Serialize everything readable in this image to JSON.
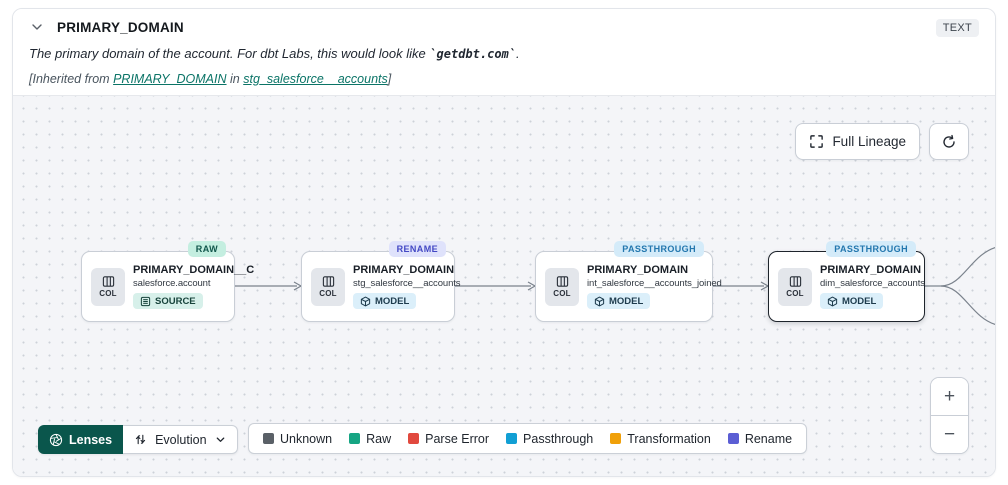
{
  "header": {
    "title": "PRIMARY_DOMAIN",
    "type_badge": "TEXT",
    "description_prefix": "The primary domain of the account. For dbt Labs, this would look like ",
    "description_code": "`getdbt.com`",
    "description_suffix": ".",
    "inherited_prefix": "[Inherited from ",
    "inherited_link_column": "PRIMARY_DOMAIN",
    "inherited_middle": " in ",
    "inherited_link_model": "stg_salesforce__accounts",
    "inherited_suffix": "]"
  },
  "canvas": {
    "full_lineage_label": "Full Lineage",
    "nodes": [
      {
        "badge": "RAW",
        "title": "PRIMARY_DOMAIN__C",
        "subtitle": "salesforce.account",
        "type": "SOURCE",
        "col_label": "COL"
      },
      {
        "badge": "RENAME",
        "title": "PRIMARY_DOMAIN",
        "subtitle": "stg_salesforce__accounts",
        "type": "MODEL",
        "col_label": "COL"
      },
      {
        "badge": "PASSTHROUGH",
        "title": "PRIMARY_DOMAIN",
        "subtitle": "int_salesforce__accounts_joined",
        "type": "MODEL",
        "col_label": "COL"
      },
      {
        "badge": "PASSTHROUGH",
        "title": "PRIMARY_DOMAIN",
        "subtitle": "dim_salesforce_accounts",
        "type": "MODEL",
        "col_label": "COL"
      }
    ],
    "lenses": {
      "button_label": "Lenses",
      "selected_lens": "Evolution"
    },
    "legend": [
      {
        "label": "Unknown",
        "color": "#5A6067"
      },
      {
        "label": "Raw",
        "color": "#16A583"
      },
      {
        "label": "Parse Error",
        "color": "#E1493E"
      },
      {
        "label": "Passthrough",
        "color": "#119FD4"
      },
      {
        "label": "Transformation",
        "color": "#F0A009"
      },
      {
        "label": "Rename",
        "color": "#5B5ED4"
      }
    ],
    "zoom": {
      "zoom_in": "+",
      "zoom_out": "−"
    }
  }
}
